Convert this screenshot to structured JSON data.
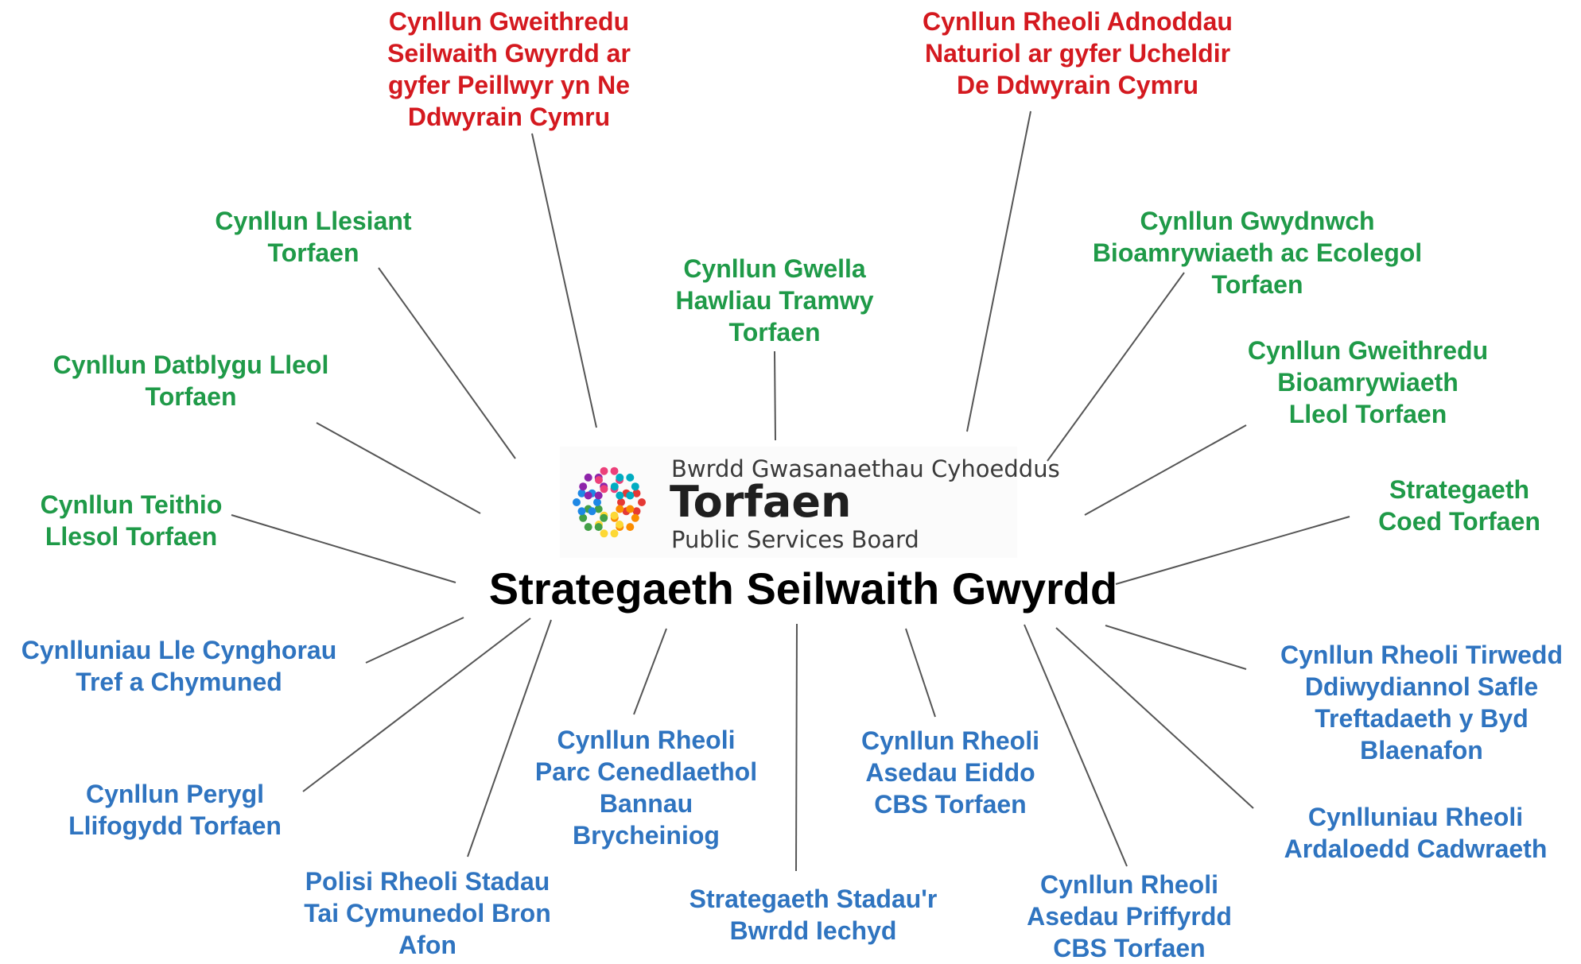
{
  "center": {
    "title": "Strategaeth Seilwaith Gwyrdd",
    "logo": {
      "line1": "Bwrdd Gwasanaethau Cyhoeddus",
      "line2": "Torfaen",
      "line3": "Public Services Board",
      "dot_colors": [
        "#e53935",
        "#fb8c00",
        "#fdd835",
        "#43a047",
        "#1e88e5",
        "#8e24aa",
        "#ec407a",
        "#00acc1"
      ]
    }
  },
  "colors": {
    "red": "#d4191f",
    "green": "#1f9a48",
    "blue": "#2f74c0",
    "connector": "#555555"
  },
  "nodes": {
    "gi_action_pollinators": "Cynllun Gweithredu\nSeilwaith Gwyrdd ar\ngyfer Peillwyr yn Ne\nDdwyrain Cymru",
    "natural_resources_uplands": "Cynllun Rheoli Adnoddau\nNaturiol ar gyfer Ucheldir\nDe Ddwyrain Cymru",
    "wellbeing_plan": "Cynllun Llesiant\nTorfaen",
    "rights_of_way": "Cynllun Gwella\nHawliau Tramwy\nTorfaen",
    "biodiversity_resilience": "Cynllun Gwydnwch\nBioamrywiaeth ac Ecolegol\nTorfaen",
    "local_development_plan": "Cynllun Datblygu Lleol\nTorfaen",
    "local_biodiversity_action": "Cynllun Gweithredu\nBioamrywiaeth\nLleol Torfaen",
    "active_travel": "Cynllun Teithio\nLlesol Torfaen",
    "tree_strategy": "Strategaeth\nCoed Torfaen",
    "community_council_plans": "Cynlluniau Lle Cynghorau\nTref a Chymuned",
    "world_heritage_site": "Cynllun Rheoli Tirwedd\nDdiwydiannol Safle\nTreftadaeth y Byd\nBlaenafon",
    "flood_risk": "Cynllun Perygl\nLlifogydd Torfaen",
    "national_park": "Cynllun Rheoli\nParc Cenedlaethol\nBannau\nBrycheiniog",
    "property_assets": "Cynllun Rheoli\nAsedau Eiddo\nCBS Torfaen",
    "conservation_areas": "Cynlluniau Rheoli\nArdaloedd Cadwraeth",
    "bron_afon_estate": "Polisi Rheoli Stadau\nTai Cymunedol Bron\nAfon",
    "health_board_estates": "Strategaeth Stadau'r\nBwrdd Iechyd",
    "highway_assets": "Cynllun Rheoli\nAsedau Priffyrdd\nCBS Torfaen"
  }
}
